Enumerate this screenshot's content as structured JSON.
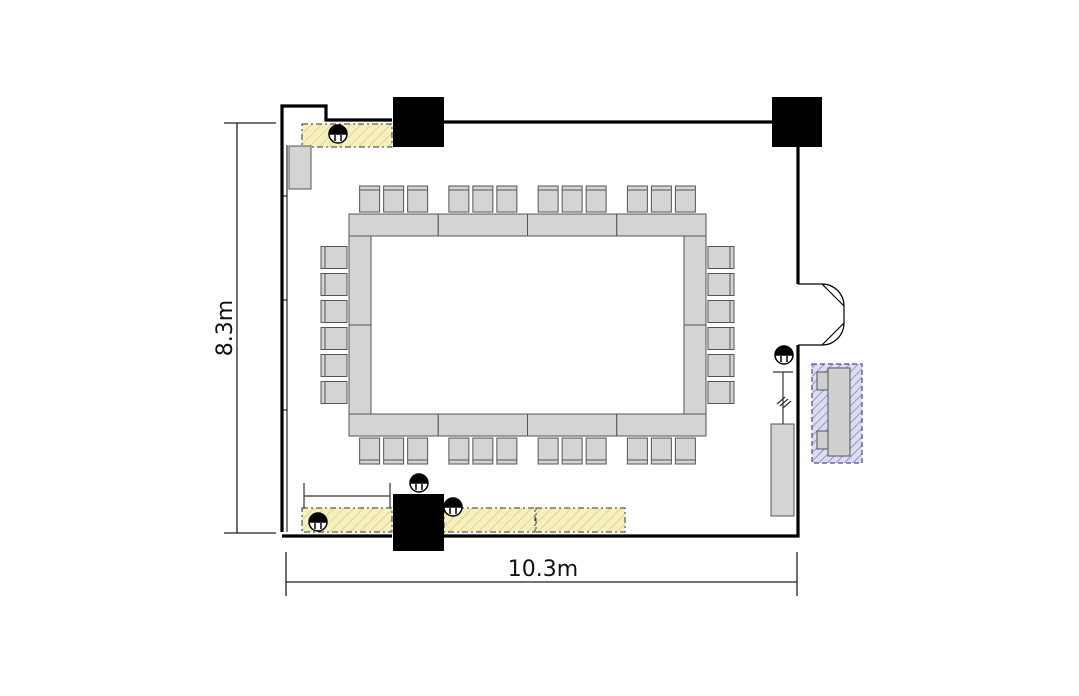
{
  "dimensions": {
    "width_label": "10.3m",
    "height_label": "8.3m"
  },
  "layout": {
    "arrangement": "hollow-square",
    "top_chairs": 12,
    "bottom_chairs": 12,
    "left_chairs": 6,
    "right_chairs": 6,
    "top_tables": 4,
    "bottom_tables": 4,
    "side_tables": 2
  },
  "colors": {
    "wall": "#000000",
    "column": "#000000",
    "table": "#d4d4d4",
    "chair": "#d4d4d4",
    "utility_area": "#f6f0bf",
    "service_area": "#d8d8f0",
    "service_area_border": "#5a5a9a"
  },
  "icons": [
    "power-outlet-icon",
    "door-icon",
    "column-icon"
  ]
}
